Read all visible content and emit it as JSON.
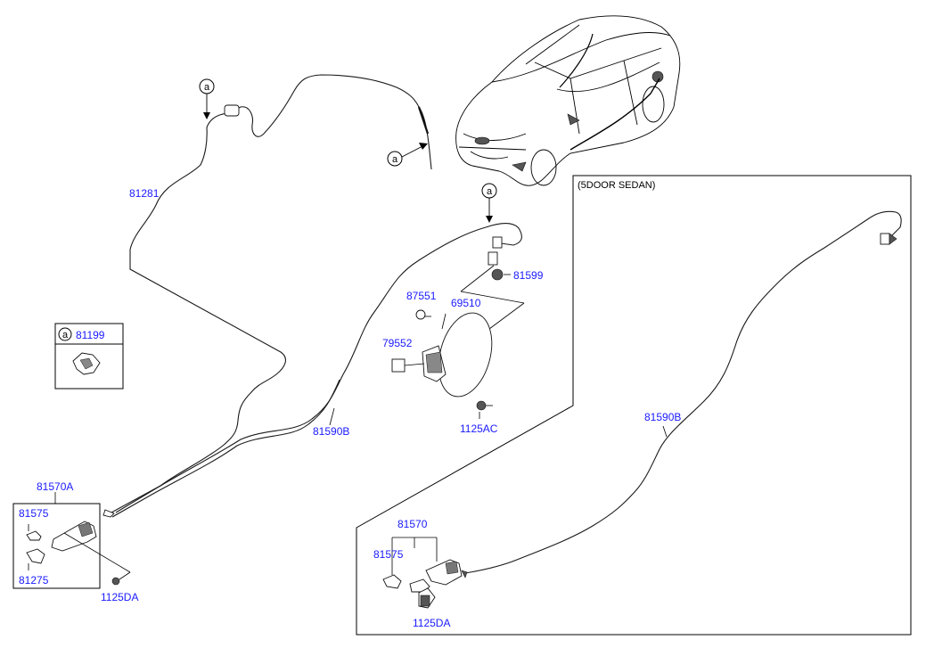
{
  "callout_letter": "a",
  "variant_label": "(5DOOR SEDAN)",
  "parts": {
    "p81281": "81281",
    "p81590b_main": "81590B",
    "p81599": "81599",
    "p87551": "87551",
    "p69510": "69510",
    "p79552": "79552",
    "p1125ac": "1125AC",
    "p81199": "81199",
    "p81570a": "81570A",
    "p81575_left": "81575",
    "p81275": "81275",
    "p1125da_left": "1125DA",
    "p81590b_sedan": "81590B",
    "p81570": "81570",
    "p81575_sedan": "81575",
    "p1125da_sedan": "1125DA"
  }
}
